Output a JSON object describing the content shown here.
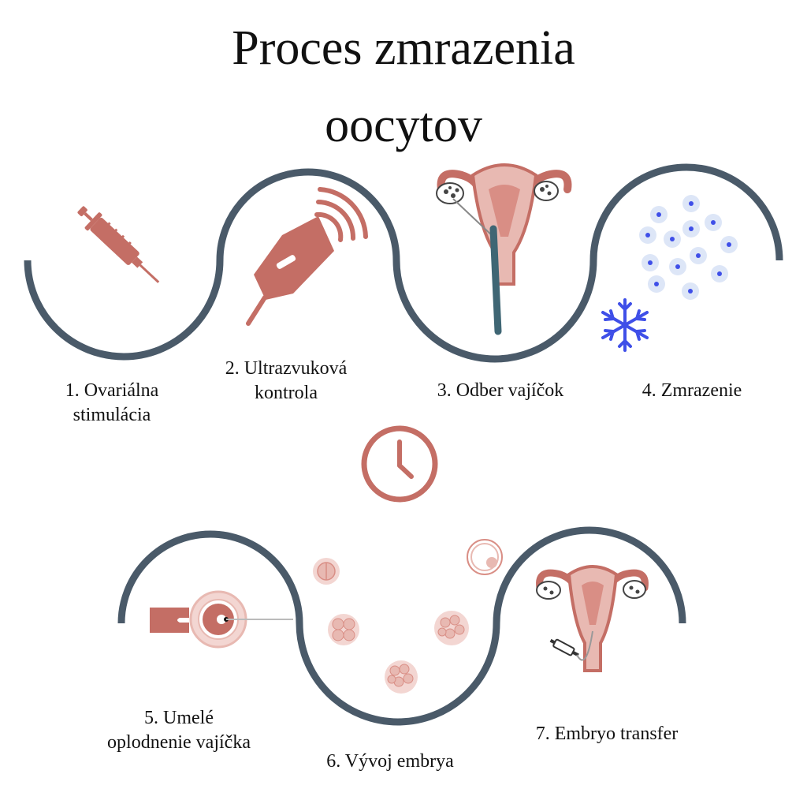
{
  "title": {
    "line1": "Proces zmrazenia",
    "line2": "oocytov"
  },
  "colors": {
    "wave": "#4a5a69",
    "accent": "#c46e65",
    "accent_light": "#e8b9b2",
    "blue": "#3f4fe8",
    "uterus_channel": "#3f6674"
  },
  "steps": [
    {
      "line1": "1. Ovariálna",
      "line2": "stimulácia",
      "icon": "syringe-icon"
    },
    {
      "line1": "2. Ultrazvuková",
      "line2": "kontrola",
      "icon": "ultrasound-probe-icon"
    },
    {
      "line1": "3. Odber vajíčok",
      "line2": "",
      "icon": "uterus-icon"
    },
    {
      "line1": "4. Zmrazenie",
      "line2": "",
      "icon": "snowflake-icon"
    },
    {
      "line1": "5. Umelé",
      "line2": "oplodnenie vajíčka",
      "icon": "icsi-pipette-icon"
    },
    {
      "line1": "6. Vývoj embrya",
      "line2": "",
      "icon": "embryo-icon"
    },
    {
      "line1": "7. Embryo transfer",
      "line2": "",
      "icon": "uterus-transfer-icon"
    }
  ]
}
